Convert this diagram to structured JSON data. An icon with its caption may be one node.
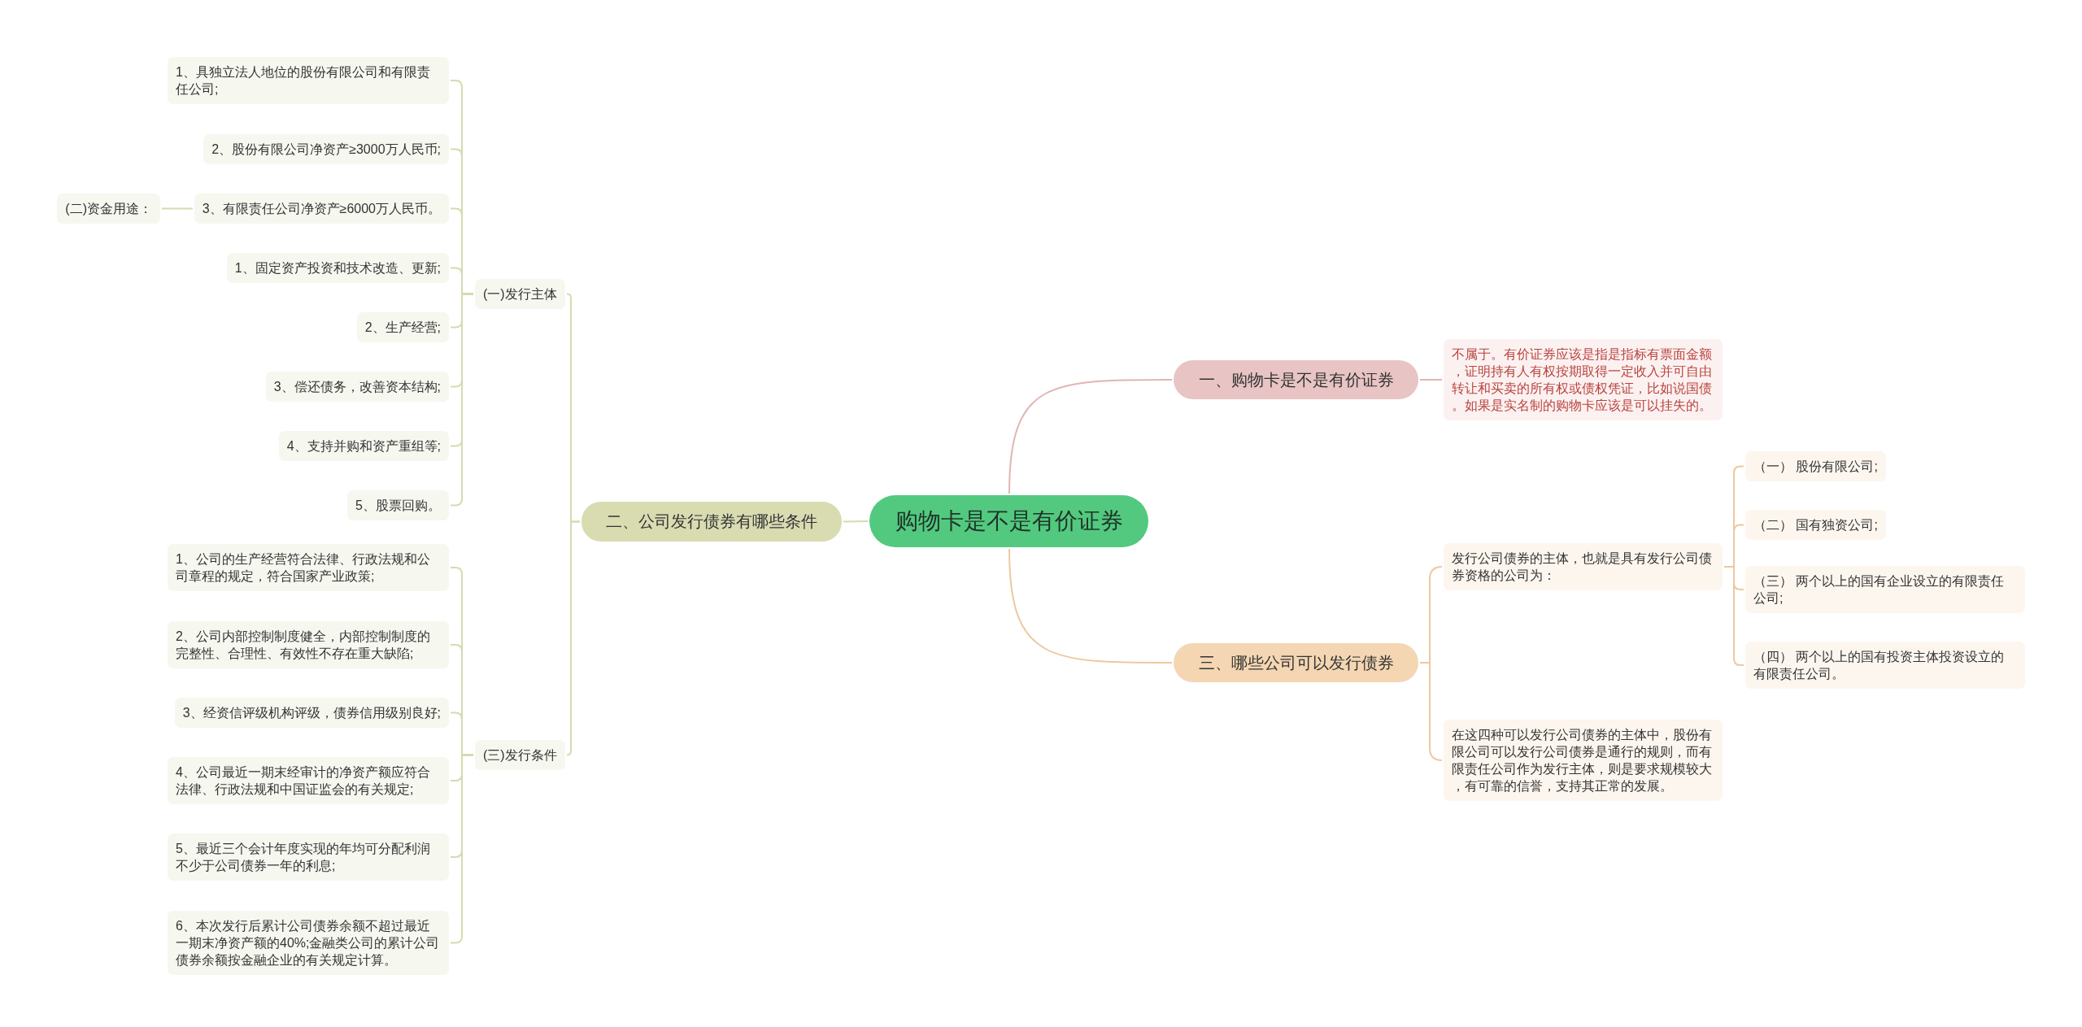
{
  "diagram": {
    "nodes": [
      {
        "text": [
          "购物卡是不是有价证券"
        ]
      },
      {
        "text": [
          "一、购物卡是不是有价证券"
        ]
      },
      {
        "text": [
          "不属于。有价证券应该是指是指标有票面金额，证明持有人有权按期取得一定收入并可自由转让和买卖的所有权或债权凭证，比如说国债。如果是实名制的购物卡应该是可以挂失的。"
        ]
      },
      {
        "text": [
          "二、公司发行债券有哪些条件"
        ]
      },
      {
        "text": [
          "(一)发行主体"
        ]
      },
      {
        "text": [
          "1、具独立法人地位的股份有限公司和有限责任公司;"
        ]
      },
      {
        "text": [
          "2、股份有限公司净资产≥3000万人民币;"
        ]
      },
      {
        "text": [
          "3、有限责任公司净资产≥6000万人民币。"
        ]
      },
      {
        "text": [
          "(二)资金用途："
        ]
      },
      {
        "text": [
          "1、固定资产投资和技术改造、更新;"
        ]
      },
      {
        "text": [
          "2、生产经营;"
        ]
      },
      {
        "text": [
          "3、偿还债务，改善资本结构;"
        ]
      },
      {
        "text": [
          "4、支持并购和资产重组等;"
        ]
      },
      {
        "text": [
          "5、股票回购。"
        ]
      },
      {
        "text": [
          "(三)发行条件"
        ]
      },
      {
        "text": [
          "1、公司的生产经营符合法律、行政法规和公司章程的规定，符合国家产业政策;"
        ]
      },
      {
        "text": [
          "2、公司内部控制制度健全，内部控制制度的完整性、合理性、有效性不存在重大缺陷;"
        ]
      },
      {
        "text": [
          "3、经资信评级机构评级，债券信用级别良好;"
        ]
      },
      {
        "text": [
          "4、公司最近一期末经审计的净资产额应符合法律、行政法规和中国证监会的有关规定;"
        ]
      },
      {
        "text": [
          "5、最近三个会计年度实现的年均可分配利润不少于公司债券一年的利息;"
        ]
      },
      {
        "text": [
          "6、本次发行后累计公司债券余额不超过最近一期末净资产额的40%;金融类公司的累计公司债券余额按金融企业的有关规定计算。"
        ]
      },
      {
        "text": [
          "三、哪些公司可以发行债券"
        ]
      },
      {
        "text": [
          "发行公司债券的主体，也就是具有发行公司债券资格的公司为："
        ]
      },
      {
        "text": [
          "（一） 股份有限公司;"
        ]
      },
      {
        "text": [
          "（二） 国有独资公司;"
        ]
      },
      {
        "text": [
          "（三） 两个以上的国有企业设立的有限责任公司;"
        ]
      },
      {
        "text": [
          "（四） 两个以上的国有投资主体投资设立的有限责任公司。"
        ]
      },
      {
        "text": [
          "在这四种可以发行公司债券的主体中，股份有限公司可以发行公司债券是通行的规则，而有限责任公司作为发行主体，则是要求规模较大，有可靠的信誉，支持其正常的发展。"
        ]
      }
    ],
    "edges": [
      {
        "from": 0,
        "to": 1,
        "arrow": "none",
        "color": "#e2b5b5"
      },
      {
        "from": 1,
        "to": 2,
        "arrow": "none",
        "color": "#e2b5b5"
      },
      {
        "from": 0,
        "to": 3,
        "arrow": "none"
      },
      {
        "from": 3,
        "to": 4,
        "arrow": "none"
      },
      {
        "from": 3,
        "to": 14,
        "arrow": "none"
      },
      {
        "from": 4,
        "to": 5,
        "arrow": "none"
      },
      {
        "from": 4,
        "to": 6,
        "arrow": "none"
      },
      {
        "from": 4,
        "to": 7,
        "arrow": "none"
      },
      {
        "from": 4,
        "to": 9,
        "arrow": "none"
      },
      {
        "from": 4,
        "to": 10,
        "arrow": "none"
      },
      {
        "from": 4,
        "to": 11,
        "arrow": "none"
      },
      {
        "from": 4,
        "to": 12,
        "arrow": "none"
      },
      {
        "from": 4,
        "to": 13,
        "arrow": "none"
      },
      {
        "from": 7,
        "to": 8,
        "arrow": "none"
      },
      {
        "from": 14,
        "to": 15,
        "arrow": "none"
      },
      {
        "from": 14,
        "to": 16,
        "arrow": "none"
      },
      {
        "from": 14,
        "to": 17,
        "arrow": "none"
      },
      {
        "from": 14,
        "to": 18,
        "arrow": "none"
      },
      {
        "from": 14,
        "to": 19,
        "arrow": "none"
      },
      {
        "from": 14,
        "to": 20,
        "arrow": "none"
      },
      {
        "from": 0,
        "to": 21,
        "arrow": "none",
        "color": "#ecc9a0"
      },
      {
        "from": 21,
        "to": 22,
        "arrow": "none",
        "color": "#ecc9a0"
      },
      {
        "from": 21,
        "to": 27,
        "arrow": "none",
        "color": "#ecc9a0"
      },
      {
        "from": 22,
        "to": 23,
        "arrow": "none",
        "color": "#ecc9a0"
      },
      {
        "from": 22,
        "to": 24,
        "arrow": "none",
        "color": "#ecc9a0"
      },
      {
        "from": 22,
        "to": 25,
        "arrow": "none",
        "color": "#ecc9a0"
      },
      {
        "from": 22,
        "to": 26,
        "arrow": "none",
        "color": "#ecc9a0"
      }
    ]
  }
}
